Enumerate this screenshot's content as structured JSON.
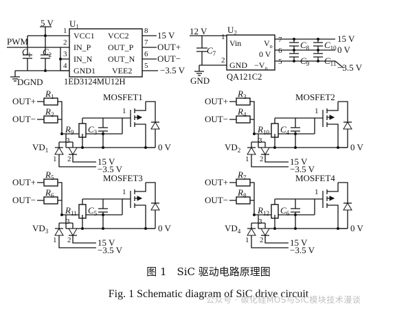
{
  "u1": {
    "ref": "U",
    "ref_sub": "1",
    "part": "1ED3124MU12H",
    "supply": "5 V",
    "input": "PWM",
    "ground": "DGND",
    "caps": [
      "C",
      "C"
    ],
    "caps_sub": [
      "1",
      "2"
    ],
    "pins_left": [
      "VCC1",
      "IN_P",
      "IN_N",
      "GND1"
    ],
    "pins_left_nums": [
      "1",
      "2",
      "3",
      "4"
    ],
    "pins_right": [
      "VCC2",
      "OUT_P",
      "OUT_N",
      "VEE2"
    ],
    "pins_right_nums": [
      "8",
      "7",
      "6",
      "5"
    ],
    "nets_right": [
      "15 V",
      "OUT+",
      "OUT−",
      "−3.5 V"
    ]
  },
  "u2": {
    "ref": "U",
    "ref_sub": "2",
    "part": "QA121C2",
    "vin_label": "12 V",
    "ground": "GND",
    "cap_in": "C",
    "cap_in_sub": "7",
    "pins_left": [
      "Vin",
      "GND"
    ],
    "pins_left_nums": [
      "1",
      "2"
    ],
    "pins_right": [
      "V",
      "0 V",
      "−V"
    ],
    "pins_right_sub": [
      "o",
      "o"
    ],
    "pins_right_nums": [
      "7",
      "6",
      "5"
    ],
    "caps_out": [
      "C",
      "C",
      "C",
      "C"
    ],
    "caps_out_sub": [
      "8",
      "10",
      "9",
      "11"
    ],
    "nets_out": [
      "15 V",
      "0 V",
      "−3.5 V"
    ]
  },
  "stages": [
    {
      "mosfet": "MOSFET1",
      "vd_sub": "1",
      "rin_p_sub": "1",
      "rin_n_sub": "2",
      "r_gs_sub": "9",
      "c_gs_sub": "3"
    },
    {
      "mosfet": "MOSFET2",
      "vd_sub": "2",
      "rin_p_sub": "3",
      "rin_n_sub": "4",
      "r_gs_sub": "10",
      "c_gs_sub": "4"
    },
    {
      "mosfet": "MOSFET3",
      "vd_sub": "3",
      "rin_p_sub": "5",
      "rin_n_sub": "6",
      "r_gs_sub": "11",
      "c_gs_sub": "5"
    },
    {
      "mosfet": "MOSFET4",
      "vd_sub": "4",
      "rin_p_sub": "7",
      "rin_n_sub": "8",
      "r_gs_sub": "12",
      "c_gs_sub": "6"
    }
  ],
  "stage_labels": {
    "out_p": "OUT+",
    "out_n": "OUT−",
    "r": "R",
    "c": "C",
    "vd": "VD",
    "source_net": "0 V",
    "pos_supply": "15 V",
    "neg_supply": "−3.5 V",
    "pin1": "1",
    "pin2": "2",
    "pin3": "3"
  },
  "caption_zh": "图 1 SiC 驱动电路原理图",
  "caption_en": "Fig. 1 Schematic diagram of SiC drive circuit",
  "watermark": "公众号 · 碳化硅MOS与SiC模块技术漫谈"
}
